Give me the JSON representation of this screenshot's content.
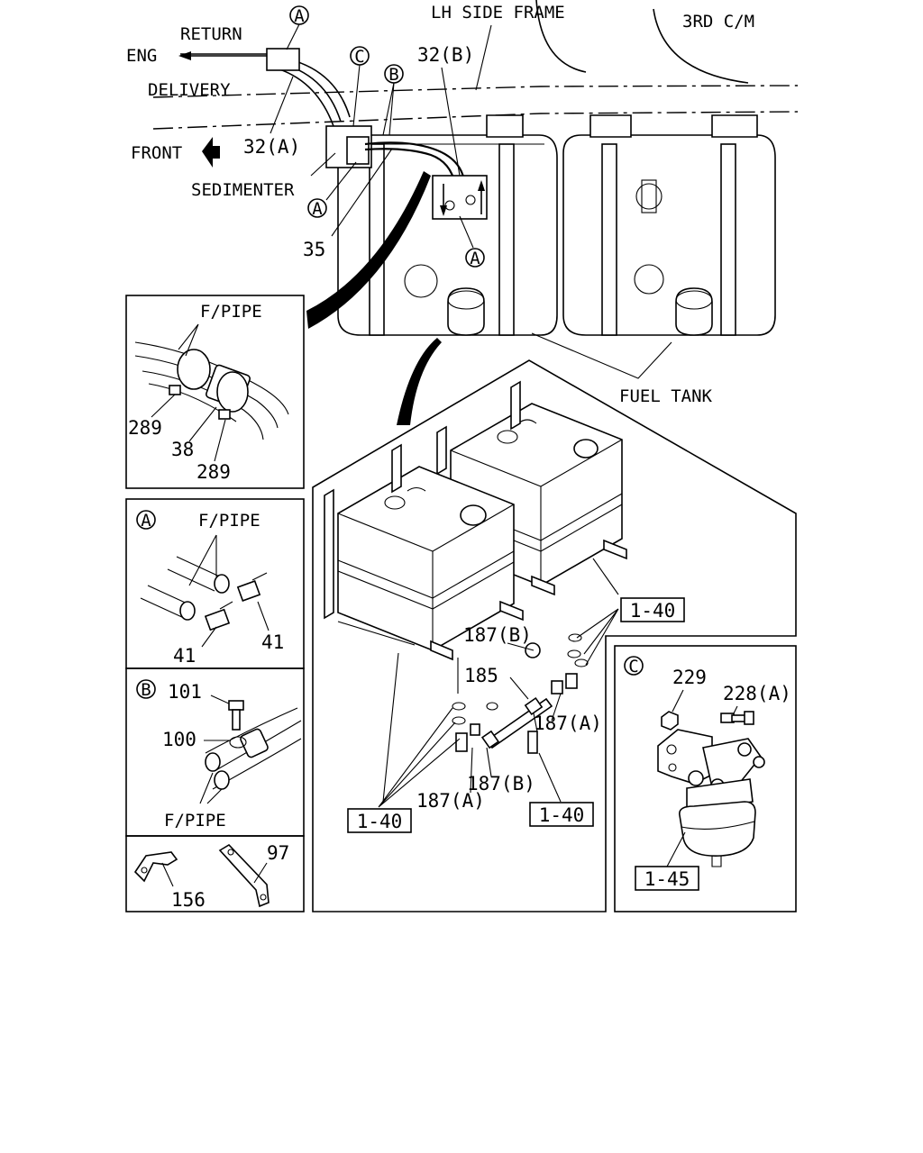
{
  "labels": {
    "lh_side_frame": "LH SIDE FRAME",
    "third_cm": "3RD C/M",
    "return": "RETURN",
    "eng": "ENG",
    "delivery": "DELIVERY",
    "front": "FRONT",
    "sedimenter": "SEDIMENTER",
    "fuel_tank": "FUEL TANK",
    "f_pipe": "F/PIPE"
  },
  "circle_refs": {
    "a": "A",
    "b": "B",
    "c": "C"
  },
  "part_numbers": {
    "p32a": "32(A)",
    "p32b": "32(B)",
    "p35": "35",
    "p289": "289",
    "p38": "38",
    "p41": "41",
    "p101": "101",
    "p100": "100",
    "p156": "156",
    "p97": "97",
    "p187b": "187(B)",
    "p185": "185",
    "p187a": "187(A)",
    "p229": "229",
    "p228a": "228(A)"
  },
  "ref_boxes": {
    "r140": "1-40",
    "r145": "1-45"
  }
}
